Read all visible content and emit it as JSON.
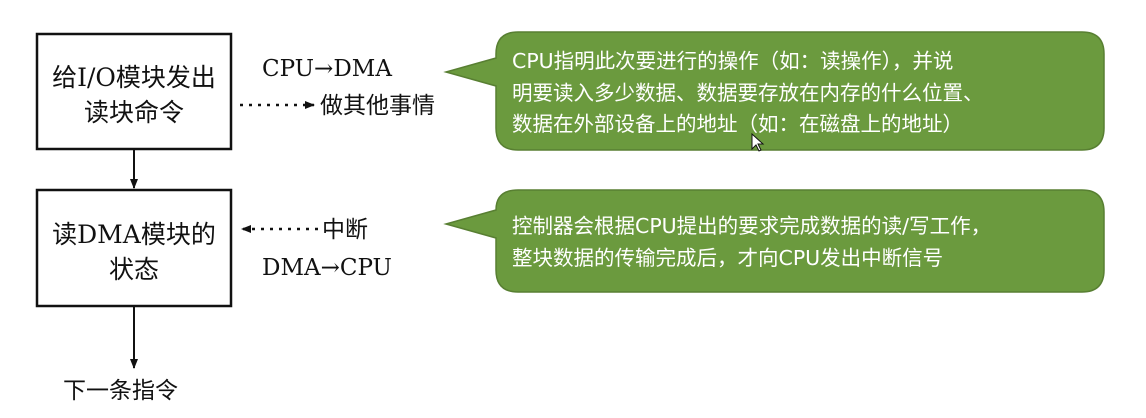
{
  "flow": {
    "box1": {
      "line1": "给I/O模块发出",
      "line2": "读块命令"
    },
    "box2": {
      "line1": "读DMA模块的",
      "line2": "状态"
    },
    "next_instruction": "下一条指令",
    "cpu_to_dma": "CPU→DMA",
    "do_other": "做其他事情",
    "interrupt": "中断",
    "dma_to_cpu": "DMA→CPU"
  },
  "callouts": {
    "top": {
      "line1": "CPU指明此次要进行的操作（如：读操作），并说",
      "line2": "明要读入多少数据、数据要存放在内存的什么位置、",
      "line3": "数据在外部设备上的地址（如：在磁盘上的地址）"
    },
    "bottom": {
      "line1": "控制器会根据CPU提出的要求完成数据的读/写工作，",
      "line2": "整块数据的传输完成后，才向CPU发出中断信号"
    }
  },
  "colors": {
    "callout_fill": "#6b9a3e",
    "callout_stroke": "#587f32",
    "line": "#111111"
  }
}
